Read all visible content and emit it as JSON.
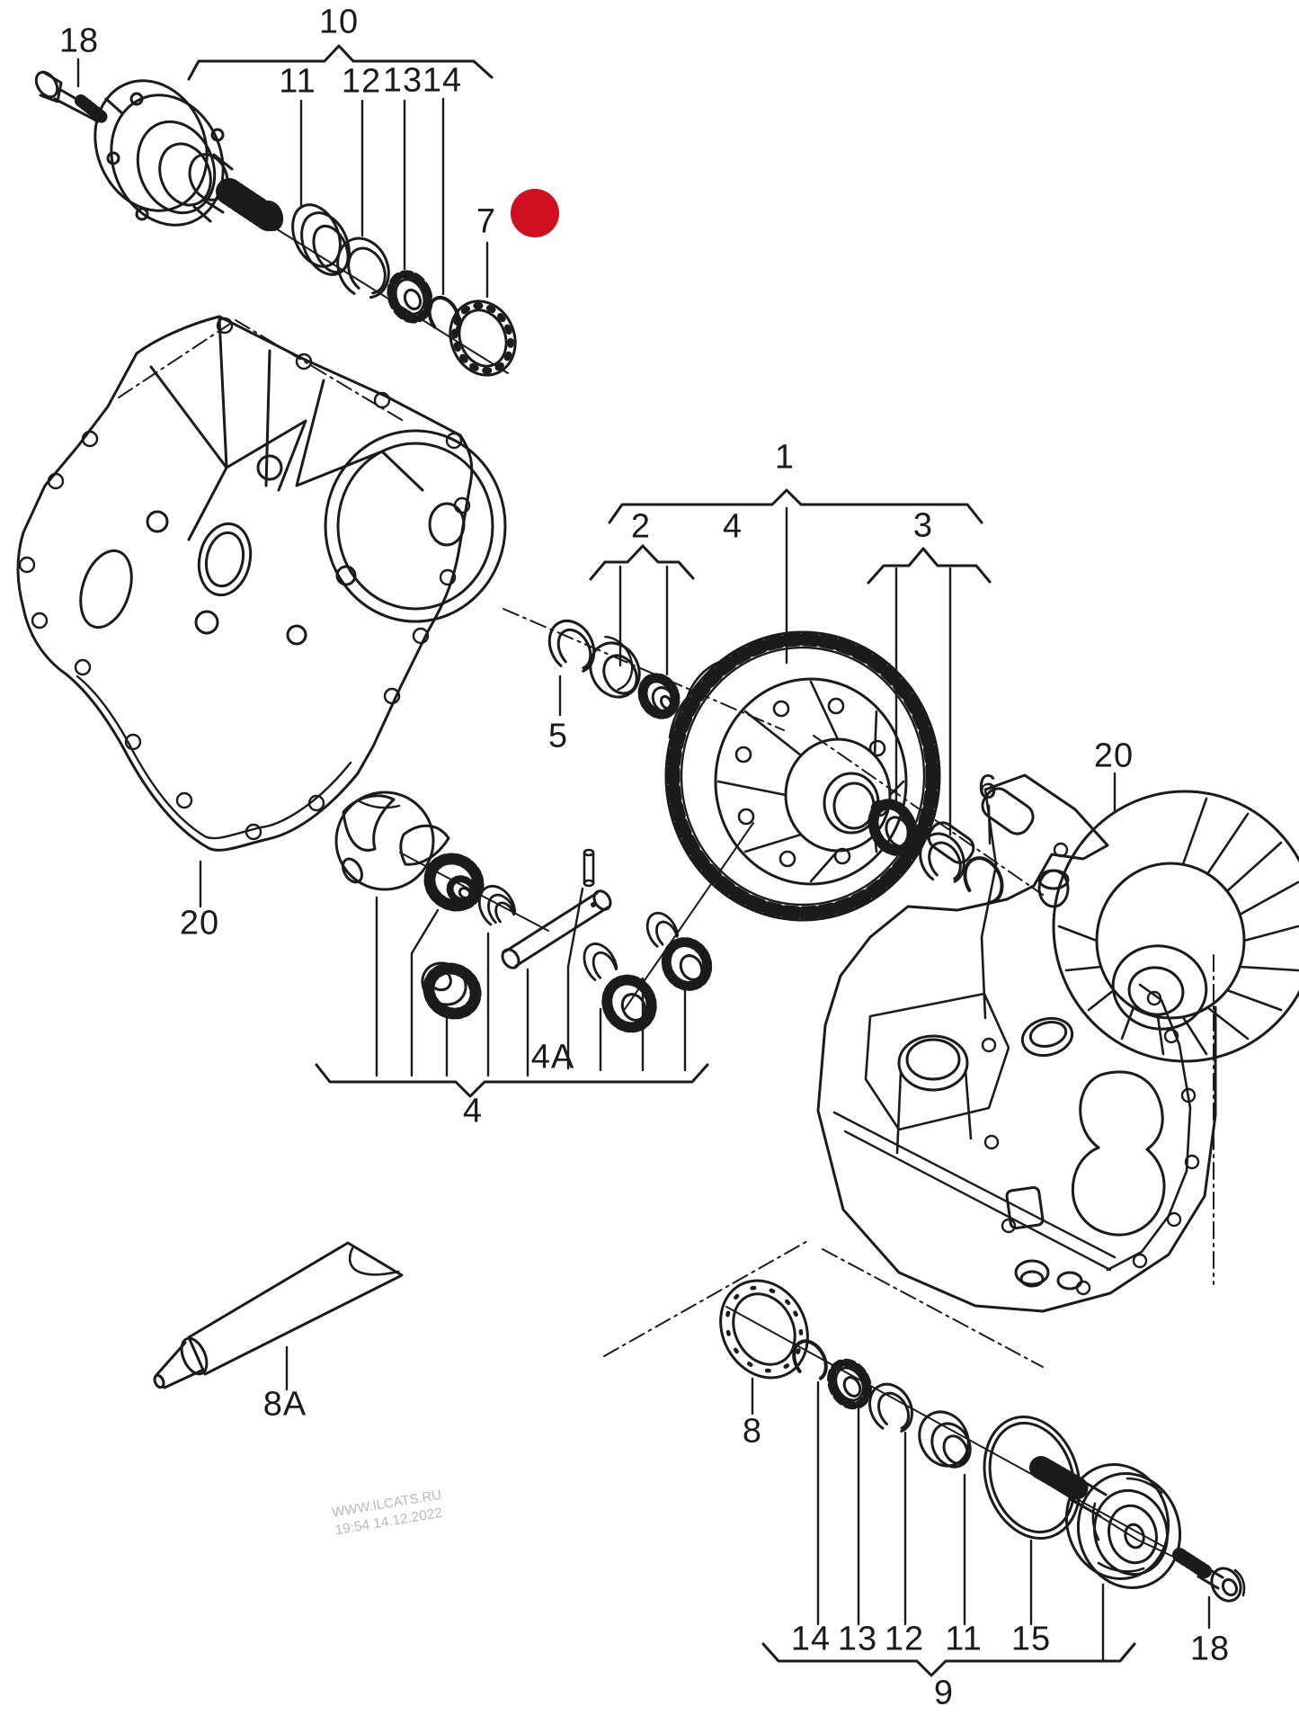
{
  "diagram": {
    "marker": {
      "shape": "filled-circle",
      "color": "#d01020"
    },
    "line_color": "#1b1b1b",
    "watermark": {
      "line1": "WWW.ILCATS.RU",
      "line2": "19:54 14.12.2022"
    },
    "callouts": [
      {
        "text": "10"
      },
      {
        "text": "18"
      },
      {
        "text": "11"
      },
      {
        "text": "12"
      },
      {
        "text": "13"
      },
      {
        "text": "14"
      },
      {
        "text": "7"
      },
      {
        "text": "1"
      },
      {
        "text": "2"
      },
      {
        "text": "4"
      },
      {
        "text": "3"
      },
      {
        "text": "5"
      },
      {
        "text": "6"
      },
      {
        "text": "20"
      },
      {
        "text": "20"
      },
      {
        "text": "4A"
      },
      {
        "text": "4"
      },
      {
        "text": "8A"
      },
      {
        "text": "8"
      },
      {
        "text": "14"
      },
      {
        "text": "13"
      },
      {
        "text": "12"
      },
      {
        "text": "11"
      },
      {
        "text": "15"
      },
      {
        "text": "18"
      },
      {
        "text": "9"
      }
    ]
  }
}
